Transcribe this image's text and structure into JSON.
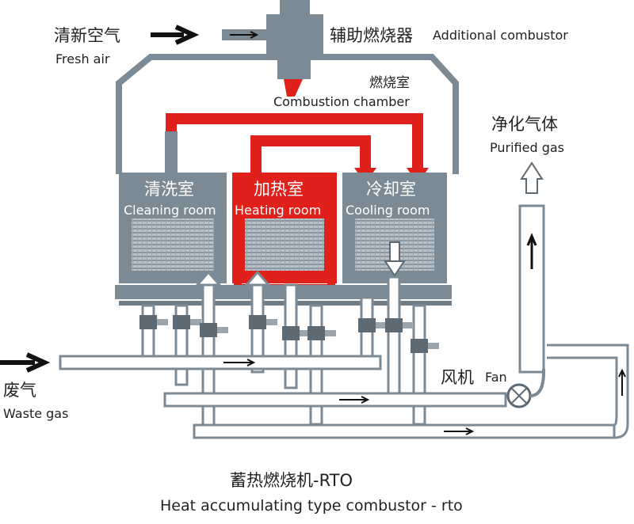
{
  "labels": {
    "fresh_air_zh": "清新空气",
    "fresh_air_en": "Fresh air",
    "combustor_zh": "辅助燃烧器",
    "combustor_en": "Additional combustor",
    "chamber_zh": "燃烧室",
    "chamber_en": "Combustion chamber",
    "purified_zh": "净化气体",
    "purified_en": "Purified gas",
    "waste_zh": "废气",
    "waste_en": "Waste gas",
    "fan_zh": "风机",
    "fan_en": "Fan"
  },
  "rooms": {
    "cleaning_zh": "清洗室",
    "cleaning_en": "Cleaning room",
    "heating_zh": "加热室",
    "heating_en": "Heating room",
    "cooling_zh": "冷却室",
    "cooling_en": "Cooling room"
  },
  "title": {
    "zh": "蓄热燃烧机-RTO",
    "en": "Heat accumulating type combustor - rto"
  },
  "colors": {
    "gray": "#7b8a95",
    "dark_gray": "#5e6a73",
    "red": "#e0201b",
    "black": "#111111"
  }
}
